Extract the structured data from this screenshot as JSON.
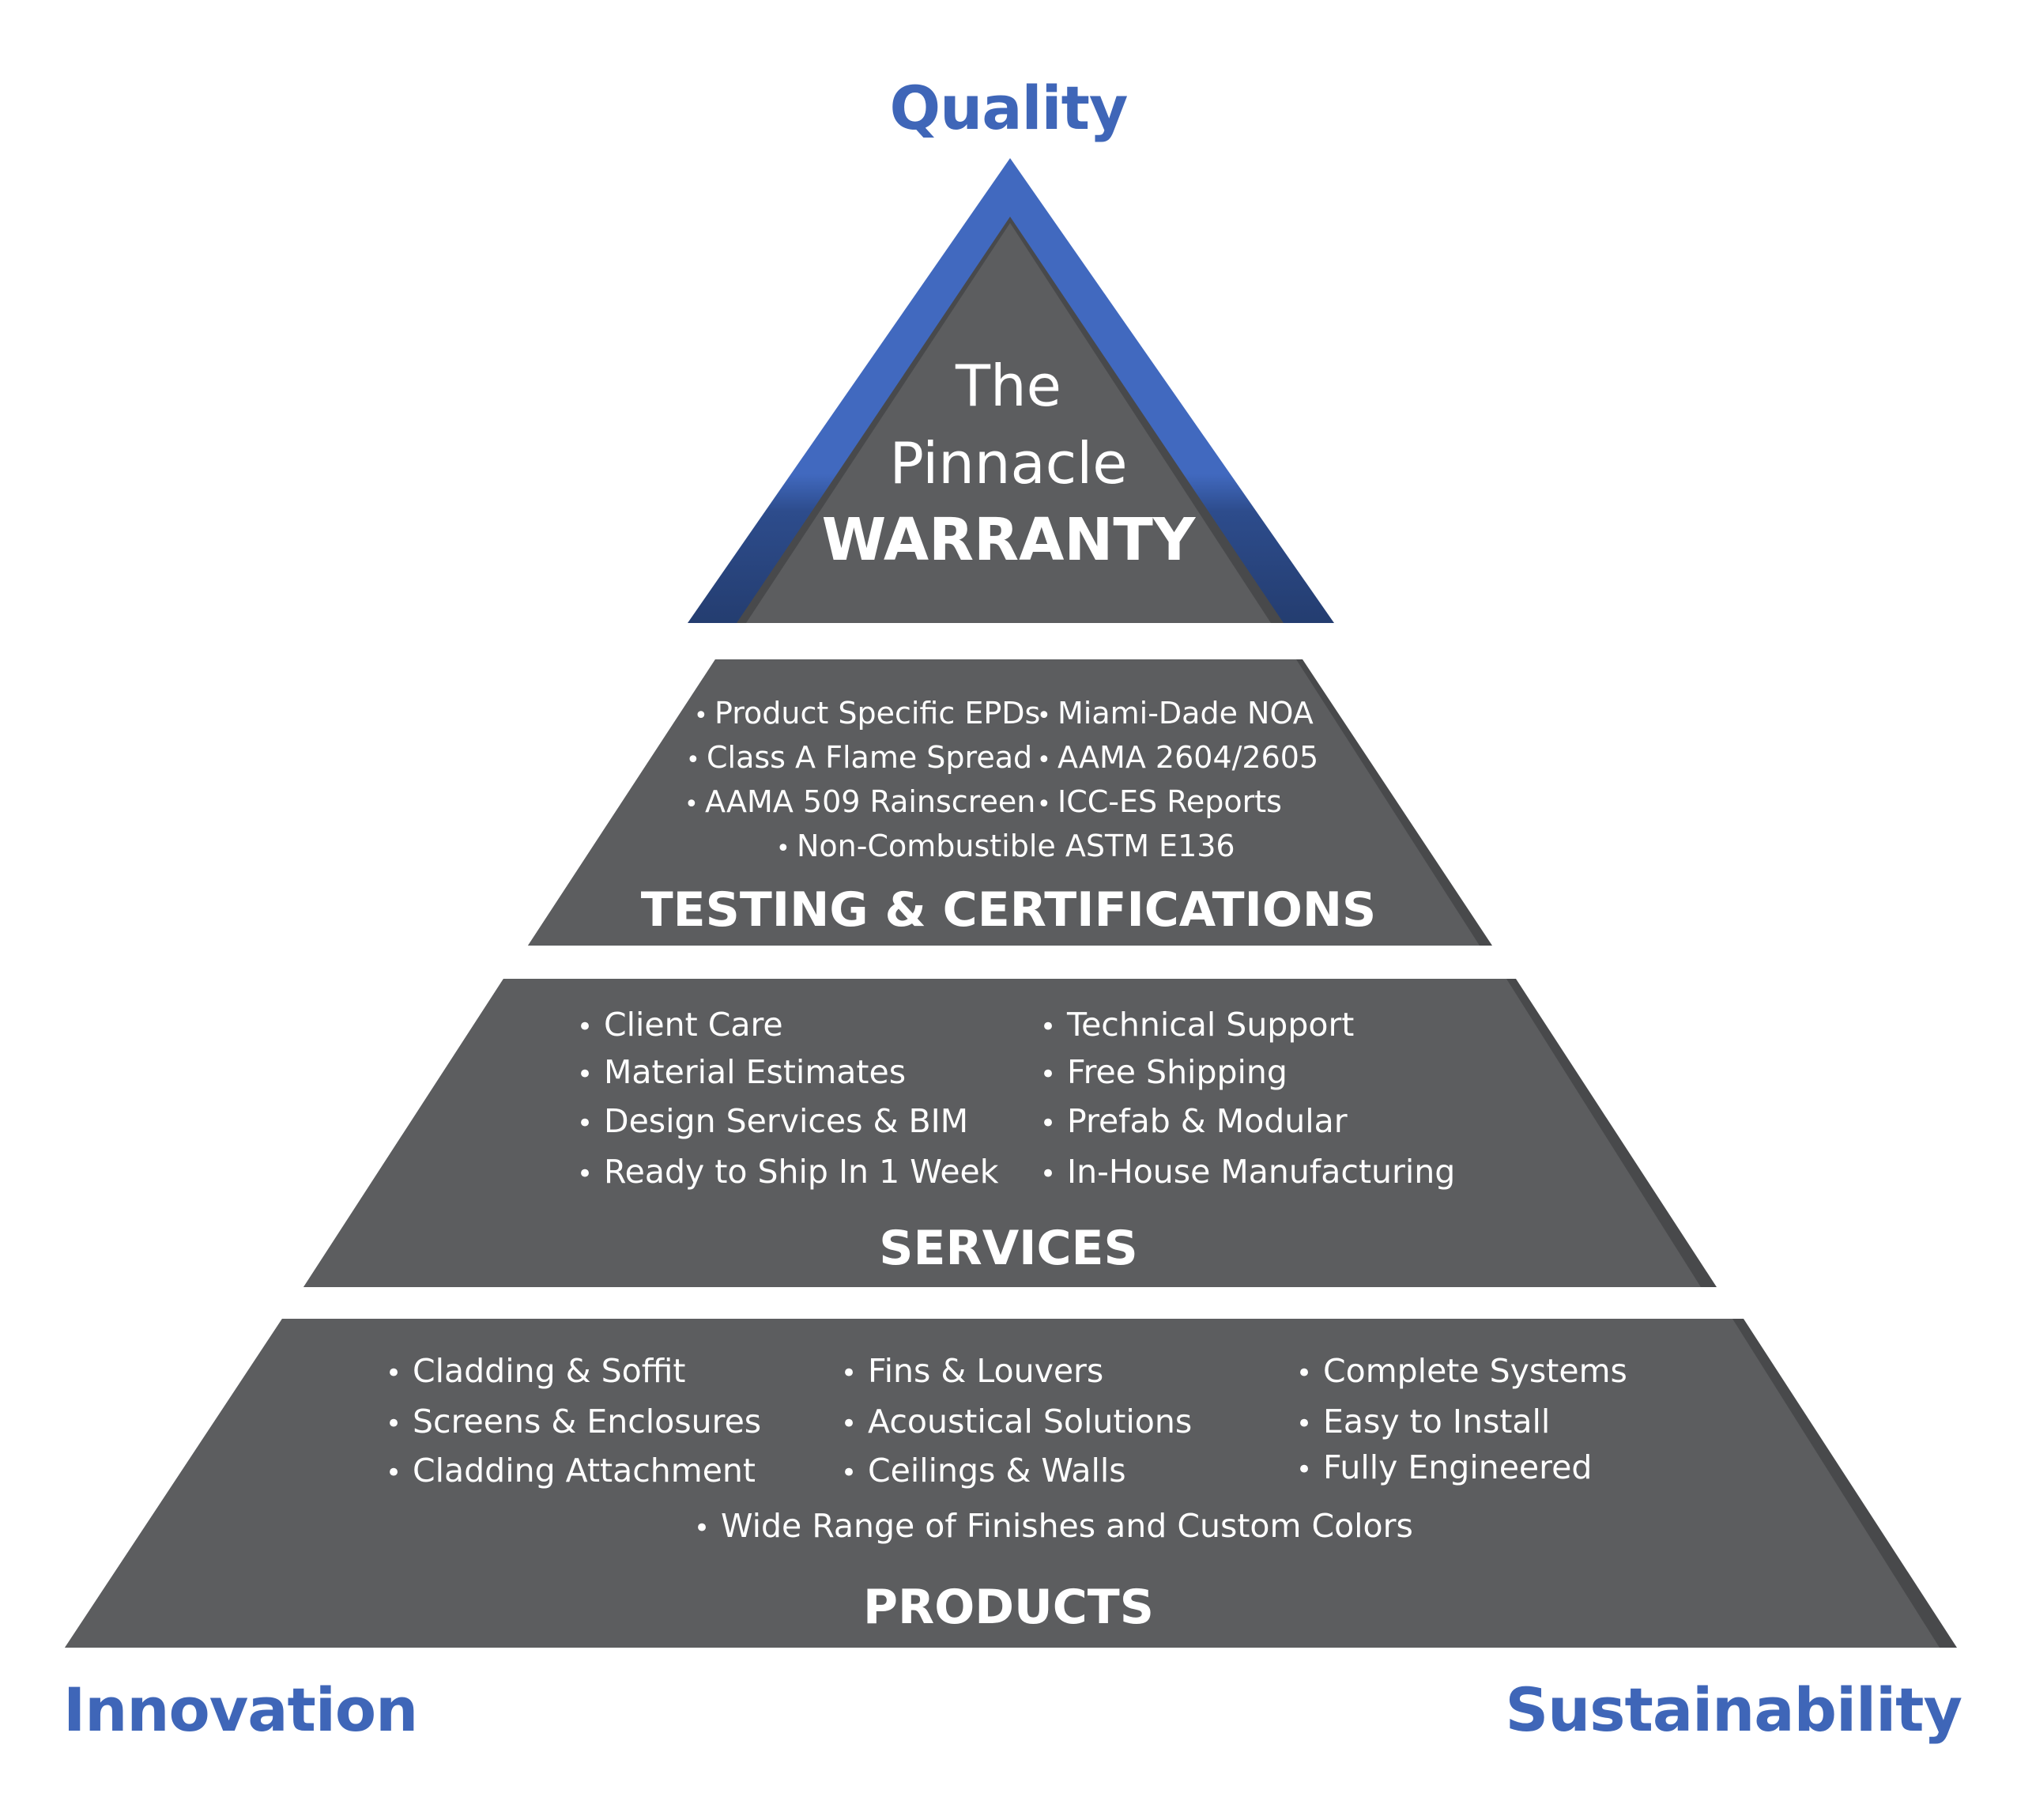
{
  "corners": {
    "top": "Quality",
    "left": "Innovation",
    "right": "Sustainability"
  },
  "colors": {
    "accent_blue": "#3f66b8",
    "dark_blue": "#253f73",
    "tier_gray": "#5c5d5f",
    "tier_shadow": "#48494b",
    "text_white": "#ffffff"
  },
  "pinnacle": {
    "line1": "The",
    "line2": "Pinnacle",
    "title": "WARRANTY"
  },
  "testing": {
    "title": "TESTING & CERTIFICATIONS",
    "left": [
      "Product Specific EPDs",
      "Class A Flame Spread",
      "AAMA 509 Rainscreen"
    ],
    "right": [
      "Miami-Dade NOA",
      "AAMA 2604/2605",
      "ICC-ES Reports"
    ],
    "center": "Non-Combustible ASTM E136"
  },
  "services": {
    "title": "SERVICES",
    "left": [
      "Client Care",
      "Material Estimates",
      "Design Services & BIM",
      "Ready to Ship In 1 Week"
    ],
    "right": [
      "Technical Support",
      "Free Shipping",
      "Prefab & Modular",
      "In-House Manufacturing"
    ]
  },
  "products": {
    "title": "PRODUCTS",
    "col1": [
      "Cladding & Soffit",
      "Screens & Enclosures",
      "Cladding Attachment"
    ],
    "col2": [
      "Fins & Louvers",
      "Acoustical Solutions",
      "Ceilings & Walls"
    ],
    "col3": [
      "Complete Systems",
      "Easy to Install",
      "Fully Engineered"
    ],
    "center": "Wide Range of Finishes and Custom Colors"
  }
}
